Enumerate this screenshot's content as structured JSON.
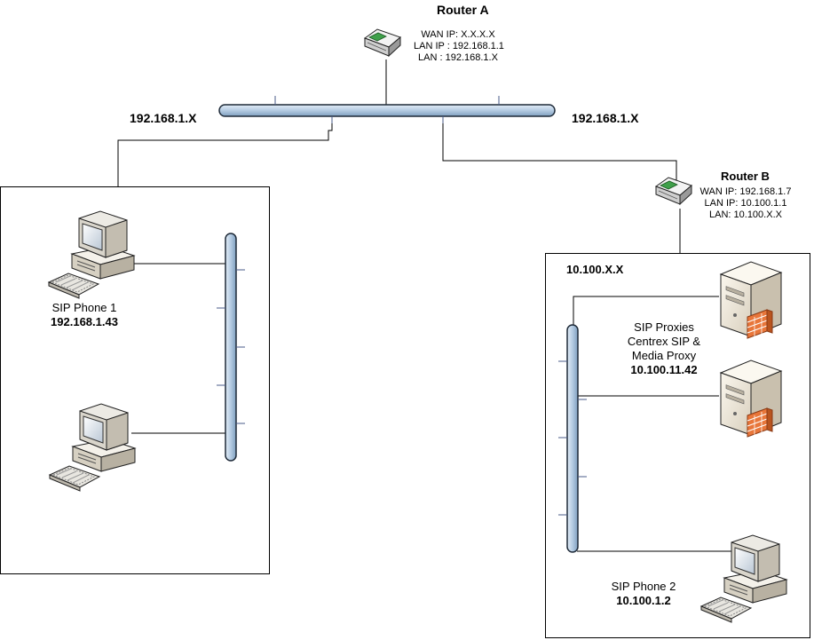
{
  "router_a": {
    "title": "Router A",
    "wan_ip": "WAN IP: X.X.X.X",
    "lan_ip": "LAN IP : 192.168.1.1",
    "lan": "LAN : 192.168.1.X"
  },
  "router_b": {
    "title": "Router B",
    "wan_ip": "WAN IP: 192.168.1.7",
    "lan_ip": "LAN IP: 10.100.1.1",
    "lan": "LAN: 10.100.X.X"
  },
  "subnet_left_label": "192.168.1.X",
  "subnet_right_label": "192.168.1.X",
  "lan_b_label": "10.100.X.X",
  "sip_phone_1": {
    "name": "SIP Phone 1",
    "ip": "192.168.1.43"
  },
  "sip_proxies": {
    "line1": "SIP Proxies",
    "line2": "Centrex SIP &",
    "line3": "Media Proxy",
    "ip": "10.100.11.42"
  },
  "sip_phone_2": {
    "name": "SIP Phone 2",
    "ip": "10.100.1.2"
  },
  "colors": {
    "bus_fill": "#b7cde3",
    "bus_stroke": "#1e2a38",
    "router_led": "#3fa04a",
    "server_fw": "#e8763a"
  }
}
